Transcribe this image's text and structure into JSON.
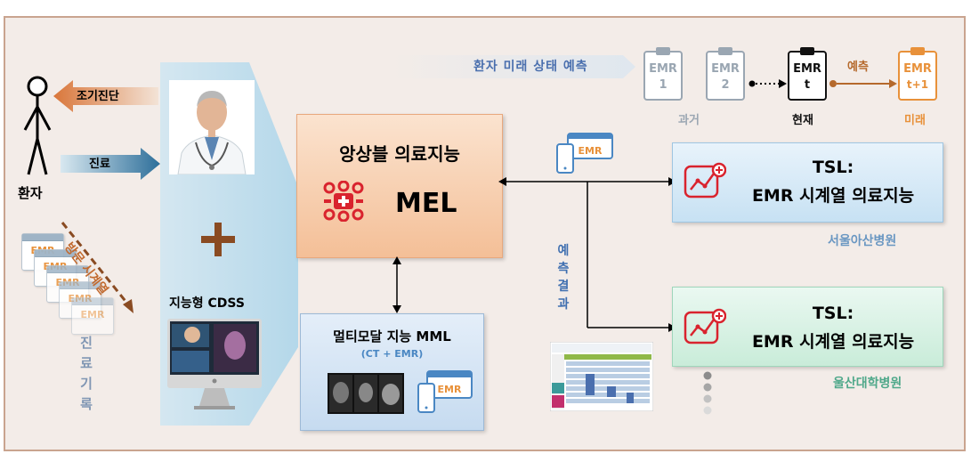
{
  "patient_label": "환자",
  "early_diagnosis_label": "조기진단",
  "treatment_label": "진료",
  "visit_timeseries_label": "방문 시계열",
  "medical_records_label": "진료기록",
  "emr_card_label": "EMR",
  "cdss_label": "지능형 CDSS",
  "mel": {
    "title": "앙상블 의료지능",
    "acronym": "MEL"
  },
  "mml": {
    "title": "멀티모달 지능 MML",
    "subtitle": "(CT + EMR)"
  },
  "timeline": {
    "banner": "환자 미래 상태 예측",
    "predict_label": "예측",
    "items": [
      {
        "line1": "EMR",
        "line2": "1"
      },
      {
        "line1": "EMR",
        "line2": "2"
      },
      {
        "line1": "EMR",
        "line2": "t"
      },
      {
        "line1": "EMR",
        "line2": "t+1"
      }
    ],
    "past_label": "과거",
    "present_label": "현재",
    "future_label": "미래"
  },
  "prediction_result_label": "예측결과",
  "tsl1": {
    "line1": "TSL:",
    "line2": "EMR 시계열 의료지능",
    "hospital": "서울아산병원"
  },
  "tsl2": {
    "line1": "TSL:",
    "line2": "EMR 시계열 의료지능",
    "hospital": "울산대학병원"
  },
  "colors": {
    "mel_box": "#f6c9a4",
    "mml_box": "#cfe0f2",
    "tsl1_box": "#cfe6f5",
    "tsl2_box": "#d2f0e0",
    "emr_orange": "#e8913a",
    "early_diag_arrow": "#d9763a",
    "treatment_arrow": "#3f7fa8",
    "hospital1_text": "#6a97c2",
    "hospital2_text": "#4fa88a",
    "icon_red": "#d9232e"
  }
}
